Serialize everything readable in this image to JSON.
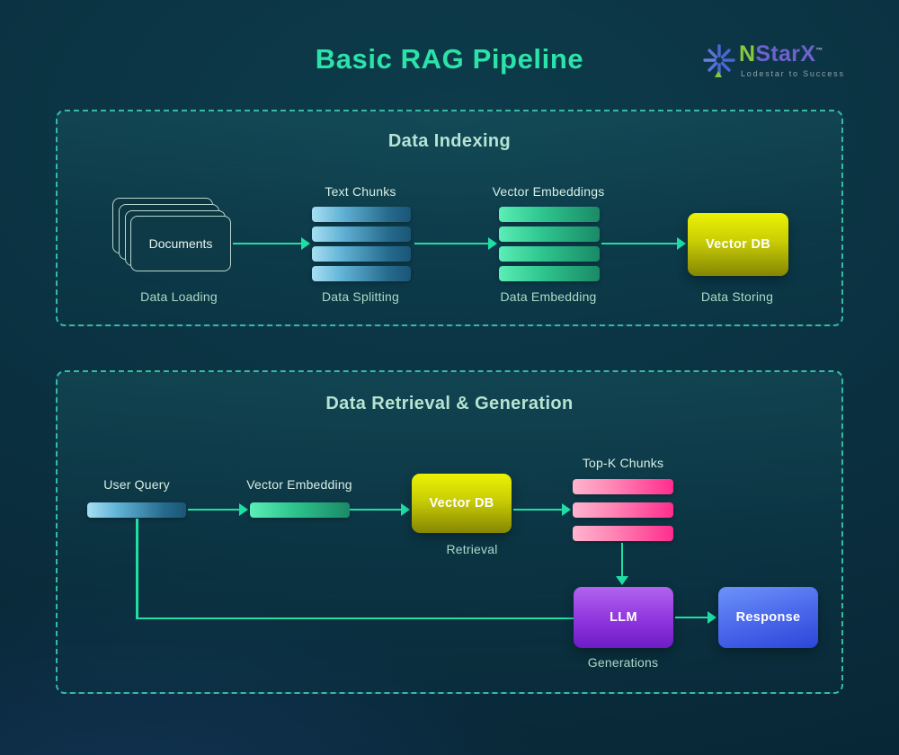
{
  "title": "Basic RAG Pipeline",
  "logo": {
    "brand_prefix": "N",
    "brand_suffix": "StarX",
    "trademark": "™",
    "tagline": "Lodestar to Success"
  },
  "colors": {
    "background": "#0a2e3d",
    "panel_border_dashed": "#36bba3",
    "title_accent": "#2be3a9",
    "arrow": "#1fdfa5",
    "heading_text": "#b6e3d3",
    "caption_text": "#abd9c6",
    "bar_blue": [
      "#a6dff2",
      "#1b5577"
    ],
    "bar_green": [
      "#5beeb6",
      "#1a8a66"
    ],
    "bar_pink": [
      "#ffb4cf",
      "#ff2d8d"
    ],
    "node_yellow": [
      "#ecf203",
      "#858603"
    ],
    "node_purple": [
      "#b163f0",
      "#6d1cc6"
    ],
    "node_blue": [
      "#6c93f8",
      "#2b46d8"
    ],
    "logo_green": "#8cc63f",
    "logo_purple": "#6e62cf",
    "logo_star_blue": "#4e66d4"
  },
  "sections": [
    {
      "heading": "Data Indexing",
      "stages": [
        {
          "label": "Documents",
          "caption": "Data Loading"
        },
        {
          "top_label": "Text Chunks",
          "caption": "Data Splitting",
          "bar_count": 4
        },
        {
          "top_label": "Vector Embeddings",
          "caption": "Data Embedding",
          "bar_count": 4
        },
        {
          "label": "Vector DB",
          "caption": "Data Storing"
        }
      ]
    },
    {
      "heading": "Data Retrieval & Generation",
      "stages": [
        {
          "top_label": "User Query"
        },
        {
          "top_label": "Vector Embedding"
        },
        {
          "label": "Vector DB",
          "caption": "Retrieval"
        },
        {
          "top_label": "Top-K Chunks",
          "bar_count": 3
        },
        {
          "label": "LLM",
          "caption": "Generations"
        },
        {
          "label": "Response"
        }
      ]
    }
  ]
}
